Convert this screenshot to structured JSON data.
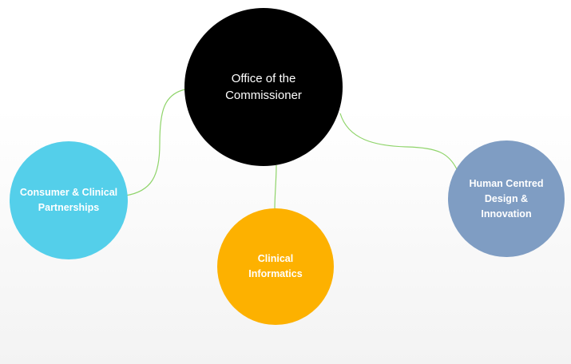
{
  "diagram": {
    "root": {
      "label": "Office of the Commissioner",
      "color": "#000000"
    },
    "children": [
      {
        "id": "consumer",
        "label": "Consumer & Clinical Partnerships",
        "color": "#54CFEA"
      },
      {
        "id": "clinical",
        "label": "Clinical Informatics",
        "color": "#FDB100"
      },
      {
        "id": "human",
        "label": "Human Centred Design & Innovation",
        "color": "#7F9DC3"
      }
    ],
    "connector_color": "#8FD46A"
  }
}
